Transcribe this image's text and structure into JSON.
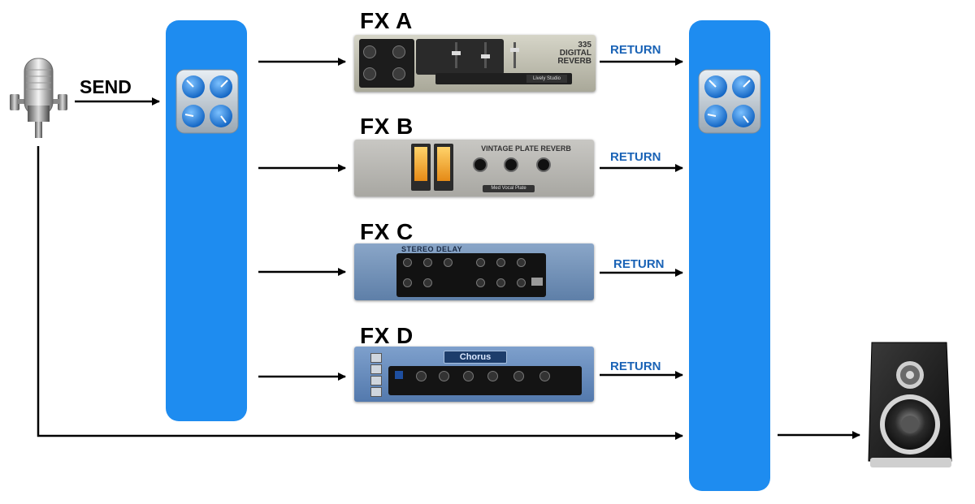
{
  "send_label": "SEND",
  "fx": [
    {
      "title": "FX A",
      "return_label": "RETURN",
      "plugin_name": "335\nDIGITAL\nREVERB",
      "preset": "Lively Studio"
    },
    {
      "title": "FX B",
      "return_label": "RETURN",
      "plugin_name": "VINTAGE PLATE REVERB",
      "preset": "Med Vocal Plate"
    },
    {
      "title": "FX C",
      "return_label": "RETURN",
      "plugin_name": "STEREO DELAY",
      "preset": ""
    },
    {
      "title": "FX D",
      "return_label": "RETURN",
      "plugin_name": "Chorus",
      "preset": ""
    }
  ],
  "colors": {
    "bus": "#1e8cf0",
    "return_text": "#1a63b6",
    "arrow": "#000000"
  },
  "icons": [
    "microphone-icon",
    "mixer-knobs-icon",
    "speaker-icon"
  ]
}
